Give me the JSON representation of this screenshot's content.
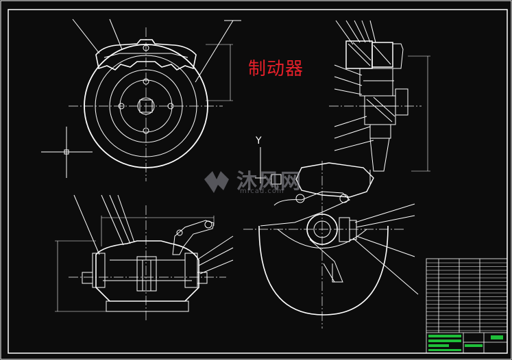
{
  "drawing": {
    "title": "制动器",
    "axis_label_y": "Y",
    "watermark_text": "沐风网",
    "watermark_url": "mfcad.com"
  },
  "colors": {
    "background": "#0c0c0c",
    "line": "#ffffff",
    "title": "#e8202a",
    "block_green": "#1fbf3a"
  }
}
